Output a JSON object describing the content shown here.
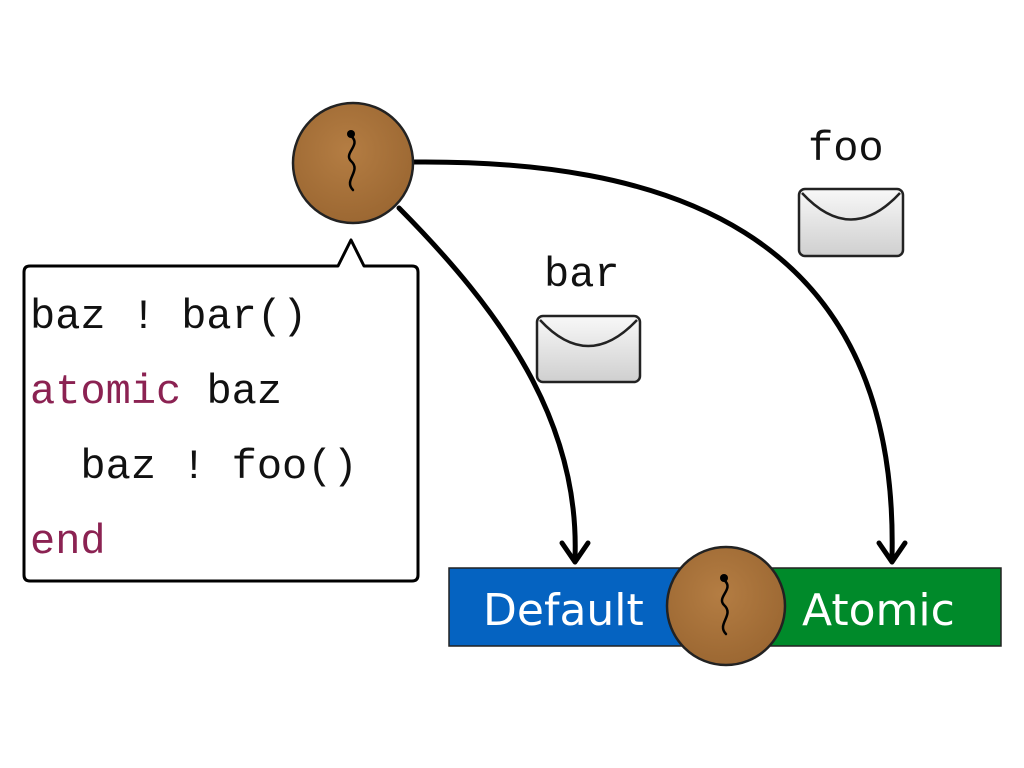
{
  "colors": {
    "keyword": "#8b2252",
    "code": "#111111",
    "process_fill": "#a87238",
    "default_queue": "#0563c1",
    "atomic_queue": "#008a2a",
    "envelope_fill": "#e8e8e8"
  },
  "code_lines": [
    {
      "parts": [
        {
          "text": "baz ! bar()",
          "kind": "code"
        }
      ]
    },
    {
      "parts": [
        {
          "text": "atomic",
          "kind": "keyword"
        },
        {
          "text": " baz",
          "kind": "code"
        }
      ]
    },
    {
      "parts": [
        {
          "text": "  baz ! foo()",
          "kind": "code"
        }
      ]
    },
    {
      "parts": [
        {
          "text": "end",
          "kind": "keyword"
        }
      ]
    }
  ],
  "messages": {
    "bar_label": "bar",
    "foo_label": "foo"
  },
  "queues": {
    "default_label": "Default",
    "atomic_label": "Atomic"
  },
  "icons": {
    "process": "process-squiggle-icon",
    "message": "envelope-icon",
    "arrow": "arrow-head-icon"
  }
}
